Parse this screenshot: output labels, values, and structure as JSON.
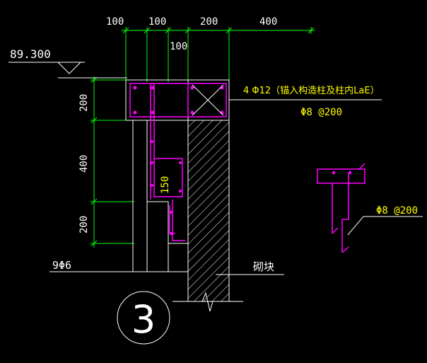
{
  "drawing": {
    "colors": {
      "white": "#ffffff",
      "green": "#00ff00",
      "yellow": "#ffff00",
      "magenta": "#ff00ff",
      "background": "#000000"
    },
    "top_dims": [
      "100",
      "100",
      "100",
      "200",
      "400"
    ],
    "left_dims": [
      "200",
      "400",
      "200"
    ],
    "elevation": "89.300",
    "bottom_rebar": "9Φ6",
    "callout_main": "4 Φ12（锚入构造柱及柱内LaE）",
    "callout_stirrup": "Φ8 @200",
    "inner_dim": "150",
    "masonry_label": "砌块",
    "detail_number": "3",
    "detail_stirrup": "Φ8 @200"
  }
}
